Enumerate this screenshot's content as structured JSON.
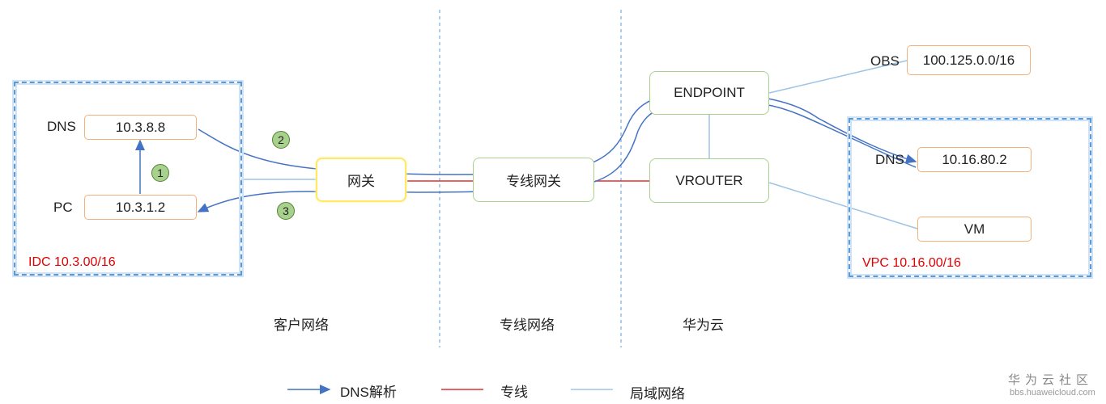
{
  "zones": {
    "idc": "IDC 10.3.00/16",
    "vpc": "VPC 10.16.00/16"
  },
  "nodes": {
    "idc_dns": "10.3.8.8",
    "idc_pc": "10.3.1.2",
    "gateway": "网关",
    "dc_gateway": "专线网关",
    "endpoint": "ENDPOINT",
    "vrouter": "VROUTER",
    "obs": "100.125.0.0/16",
    "vpc_dns": "10.16.80.2",
    "vm": "VM"
  },
  "labels": {
    "dns_left": "DNS",
    "pc": "PC",
    "obs": "OBS",
    "dns_right": "DNS"
  },
  "steps": [
    "1",
    "2",
    "3"
  ],
  "sections": {
    "customer": "客户网络",
    "dedicated": "专线网络",
    "cloud": "华为云"
  },
  "legend": {
    "dns": "DNS解析",
    "line": "专线",
    "lan": "局域网络"
  },
  "watermark": {
    "brand": "华为云社区",
    "url": "bbs.huaweicloud.com"
  },
  "colors": {
    "dns_arrow": "#4472c4",
    "dedicated_line": "#e03030",
    "lan_line": "#9dc3e6"
  }
}
